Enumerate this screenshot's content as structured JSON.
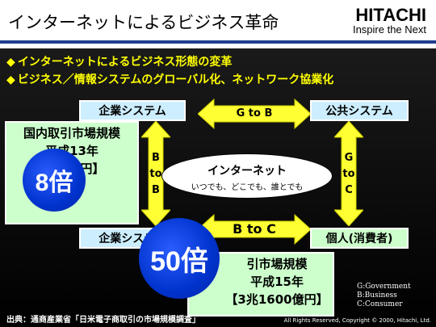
{
  "header": {
    "title": "インターネットによるビジネス革命",
    "logo_main": "HITACHI",
    "logo_sub": "Inspire the Next"
  },
  "bullets": [
    {
      "mark": "◆",
      "text": "インターネットによるビジネス形態の変革"
    },
    {
      "mark": "◆",
      "text": "ビジネス／情報システムのグローバル化、ネットワーク協業化"
    }
  ],
  "nodes": {
    "kigyo_top": "企業システム",
    "kokyo": "公共システム",
    "kigyo_bottom": "企業システム",
    "kojin": "個人(消費者)"
  },
  "arrows": {
    "g_to_b": "G to B",
    "b_to_c": "B to C",
    "b_to_b": [
      "B",
      "to",
      "B"
    ],
    "g_to_c": [
      "G",
      "to",
      "C"
    ]
  },
  "center": {
    "title": "インターネット",
    "subtitle": "いつでも、どこでも、誰とでも"
  },
  "market_btob": {
    "lines": [
      "国内取引市場規模",
      "平成13年",
      "",
      "",
      "【66兆円】"
    ]
  },
  "market_btoc": {
    "lines": [
      "引市場規模",
      "平成15年",
      "【3兆1600億円】"
    ]
  },
  "badges": {
    "btob": "8倍",
    "btoc": "50倍"
  },
  "legend": [
    "G:Government",
    "B:Business",
    "C:Consumer"
  ],
  "source": "出典：通商産業省「日米電子商取引の市場規模調査」",
  "copyright": "All Rights Reserved, Copyright © 2000, Hitachi, Ltd.",
  "colors": {
    "bullet": "#ffff00",
    "arrow": "#ffff33",
    "box_green": "#ccffcc",
    "box_blue": "#cceeff",
    "badge": "#0033cc"
  }
}
